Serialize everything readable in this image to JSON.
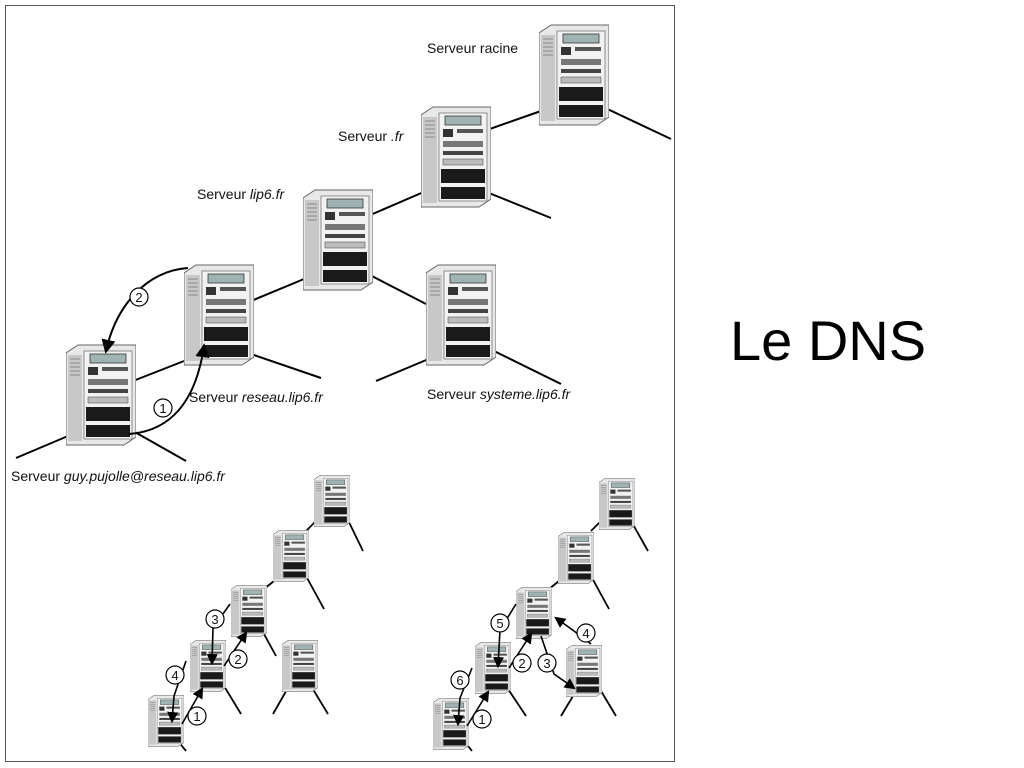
{
  "slide": {
    "title": "Le DNS"
  },
  "diagram": {
    "top_servers": [
      {
        "id": "racine",
        "label_plain": "Serveur ",
        "label_italic": "",
        "label_tail": "racine"
      },
      {
        "id": "fr",
        "label_plain": "Serveur ",
        "label_italic": ".fr",
        "label_tail": ""
      },
      {
        "id": "lip6",
        "label_plain": "Serveur ",
        "label_italic": "lip6.fr",
        "label_tail": ""
      },
      {
        "id": "reseau",
        "label_plain": "Serveur ",
        "label_italic": "reseau.lip6.fr",
        "label_tail": ""
      },
      {
        "id": "systeme",
        "label_plain": "Serveur ",
        "label_italic": "systeme.lip6.fr",
        "label_tail": ""
      },
      {
        "id": "guy",
        "label_plain": "Serveur ",
        "label_italic": "guy.pujolle@reseau.lip6.fr",
        "label_tail": ""
      }
    ],
    "top_steps": [
      "1",
      "2"
    ],
    "left_scheme_steps": [
      "1",
      "2",
      "3",
      "4"
    ],
    "right_scheme_steps": [
      "1",
      "2",
      "3",
      "4",
      "5",
      "6"
    ]
  },
  "colors": {
    "server_body": "#d9d9d9",
    "server_dark": "#1a1a1a",
    "line": "#000000",
    "border": "#555555"
  }
}
